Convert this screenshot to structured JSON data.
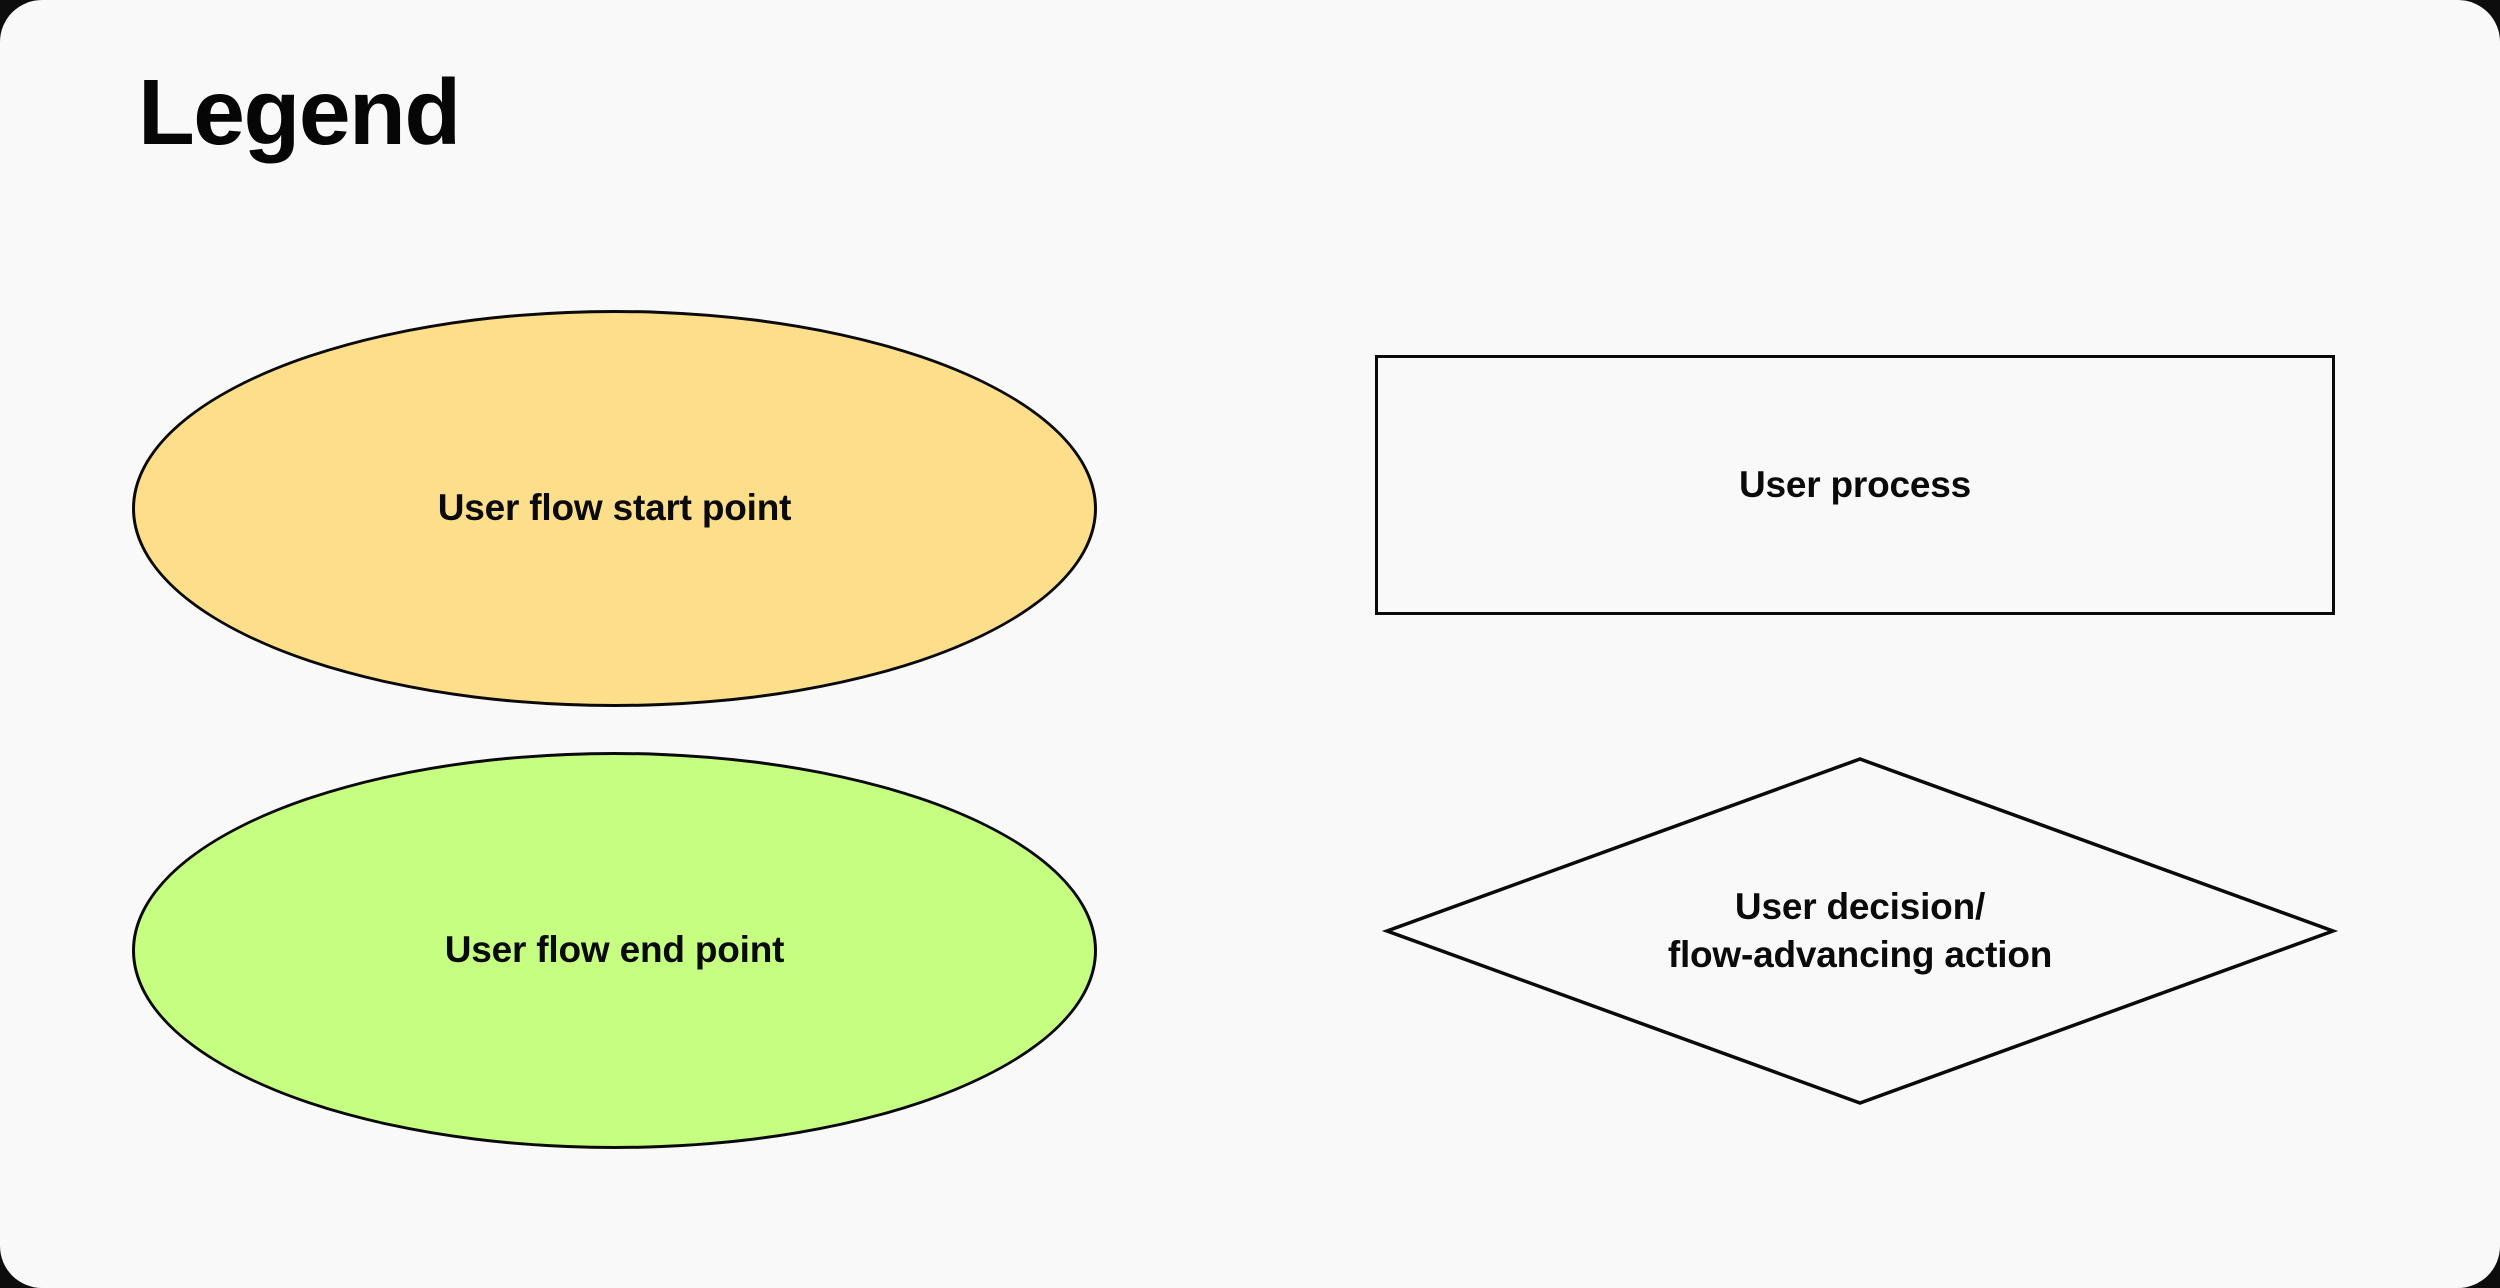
{
  "page": {
    "title": "Legend",
    "background_color": "#f9f9f9",
    "backdrop_color": "#0d0d0d",
    "stroke_color": "#0a0a0a",
    "text_color": "#0a0a0a"
  },
  "legend_items": [
    {
      "id": "user-flow-start-point",
      "shape": "ellipse",
      "label": "User flow start point",
      "fill": "#fcde8b",
      "stroke": "#0a0a0a"
    },
    {
      "id": "user-process",
      "shape": "rectangle",
      "label": "User process",
      "fill": "transparent",
      "stroke": "#0a0a0a"
    },
    {
      "id": "user-flow-end-point",
      "shape": "ellipse",
      "label": "User flow end point",
      "fill": "#c6fe81",
      "stroke": "#0a0a0a"
    },
    {
      "id": "user-decision-flow-advancing-action",
      "shape": "diamond",
      "label_line_1": "User decision/",
      "label_line_2": "flow-advancing action",
      "fill": "transparent",
      "stroke": "#0a0a0a"
    }
  ]
}
